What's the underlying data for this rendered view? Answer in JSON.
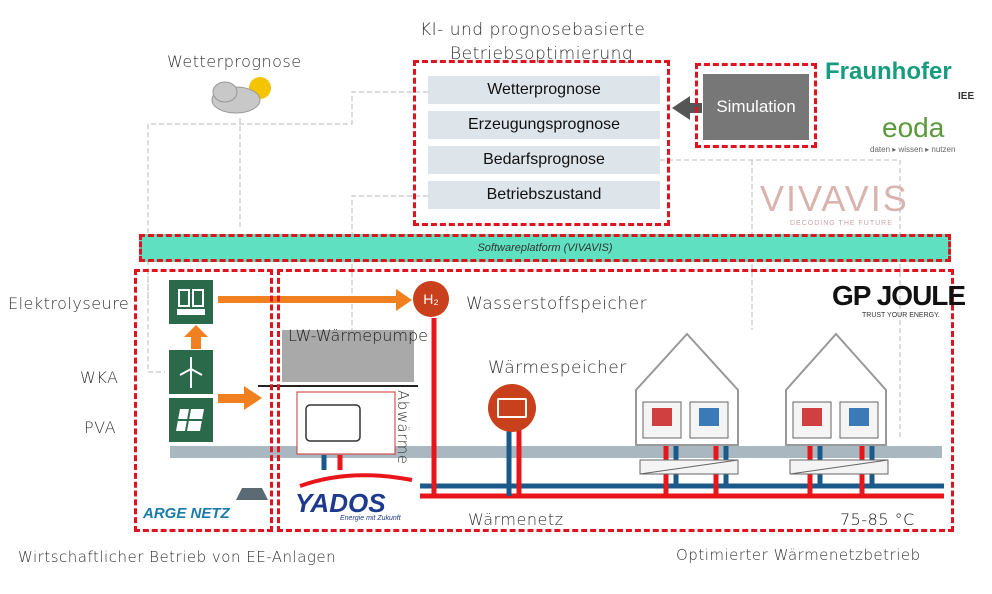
{
  "header": {
    "title_line1": "KI- und prognosebasierte",
    "title_line2": "Betriebsoptimierung"
  },
  "forecast": {
    "items": [
      "Wetterprognose",
      "Erzeugungsprognose",
      "Bedarfsprognose",
      "Betriebszustand"
    ]
  },
  "simulation_label": "Simulation",
  "weather_label": "Wetterprognose",
  "platform_label": "Softwareplatform (VIVAVIS)",
  "left": {
    "elektrolyseure": "Elektrolyseure",
    "wka": "WKA",
    "pva": "PVA",
    "footer": "Wirtschaftlicher Betrieb von EE-Anlagen"
  },
  "right": {
    "waermepumpe": "LW-Wärmepumpe",
    "h2_symbol": "H₂",
    "h2_label": "Wasserstoffspeicher",
    "waermespeicher": "Wärmespeicher",
    "abwaerme": "Abwärme",
    "waermenetz": "Wärmenetz",
    "temperature": "75-85 °C",
    "footer": "Optimierter Wärmenetzbetrieb"
  },
  "logos": {
    "fraunhofer": "Fraunhofer",
    "fraunhofer_sub": "IEE",
    "eoda": "eoda",
    "eoda_sub": "daten ▸ wissen ▸ nutzen",
    "vivavis": "VIVAVIS",
    "vivavis_sub": "DECODING THE FUTURE",
    "gpjoule": "GP JOULE",
    "gpjoule_sub": "TRUST YOUR ENERGY.",
    "yados": "YADOS",
    "yados_sub": "Energie mit Zukunft",
    "arge": "ARGE NETZ"
  },
  "colors": {
    "red_dash": "#e0141e",
    "platform": "#5fe0c0",
    "green_icon": "#2a6a4a",
    "pipe_red": "#e8151b",
    "pipe_blue": "#1a5a8a",
    "arrow_orange": "#f08020"
  }
}
